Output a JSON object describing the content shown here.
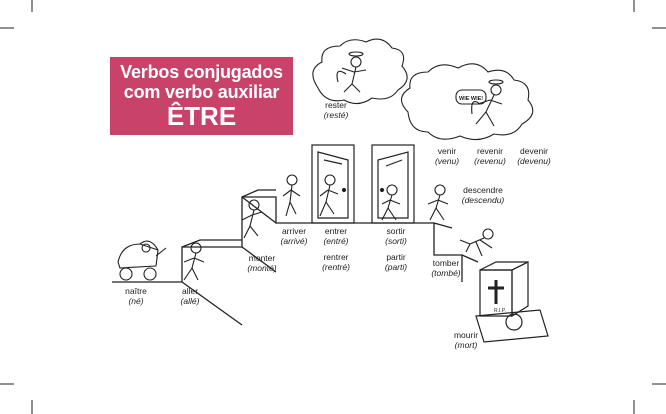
{
  "title": {
    "line1": "Verbos conjugados",
    "line2": "com verbo auxiliar",
    "line3": "ÊTRE"
  },
  "colors": {
    "title_background": "#c8426a",
    "title_text": "#ffffff",
    "line_art": "#222222"
  },
  "verbs": [
    {
      "infinitive": "naître",
      "participle": "(né)"
    },
    {
      "infinitive": "aller",
      "participle": "(allé)"
    },
    {
      "infinitive": "monter",
      "participle": "(monté)"
    },
    {
      "infinitive": "arriver",
      "participle": "(arrivé)"
    },
    {
      "infinitive": "entrer",
      "participle": "(entré)"
    },
    {
      "infinitive": "rentrer",
      "participle": "(rentré)"
    },
    {
      "infinitive": "sortir",
      "participle": "(sorti)"
    },
    {
      "infinitive": "partir",
      "participle": "(parti)"
    },
    {
      "infinitive": "descendre",
      "participle": "(descendu)"
    },
    {
      "infinitive": "tomber",
      "participle": "(tombé)"
    },
    {
      "infinitive": "mourir",
      "participle": "(mort)"
    },
    {
      "infinitive": "rester",
      "participle": "(resté)"
    },
    {
      "infinitive": "venir",
      "participle": "(venu)"
    },
    {
      "infinitive": "revenir",
      "participle": "(revenu)"
    },
    {
      "infinitive": "devenir",
      "participle": "(devenu)"
    }
  ],
  "illustration": {
    "speech_bubble": "WIE WIE!",
    "tomb_inscription": "R.I.P."
  },
  "icons": [
    "crop-mark-icon",
    "baby-carriage-icon",
    "walking-figure-icon",
    "door-icon",
    "tombstone-icon",
    "angel-icon",
    "cloud-icon",
    "stairs-icon"
  ]
}
